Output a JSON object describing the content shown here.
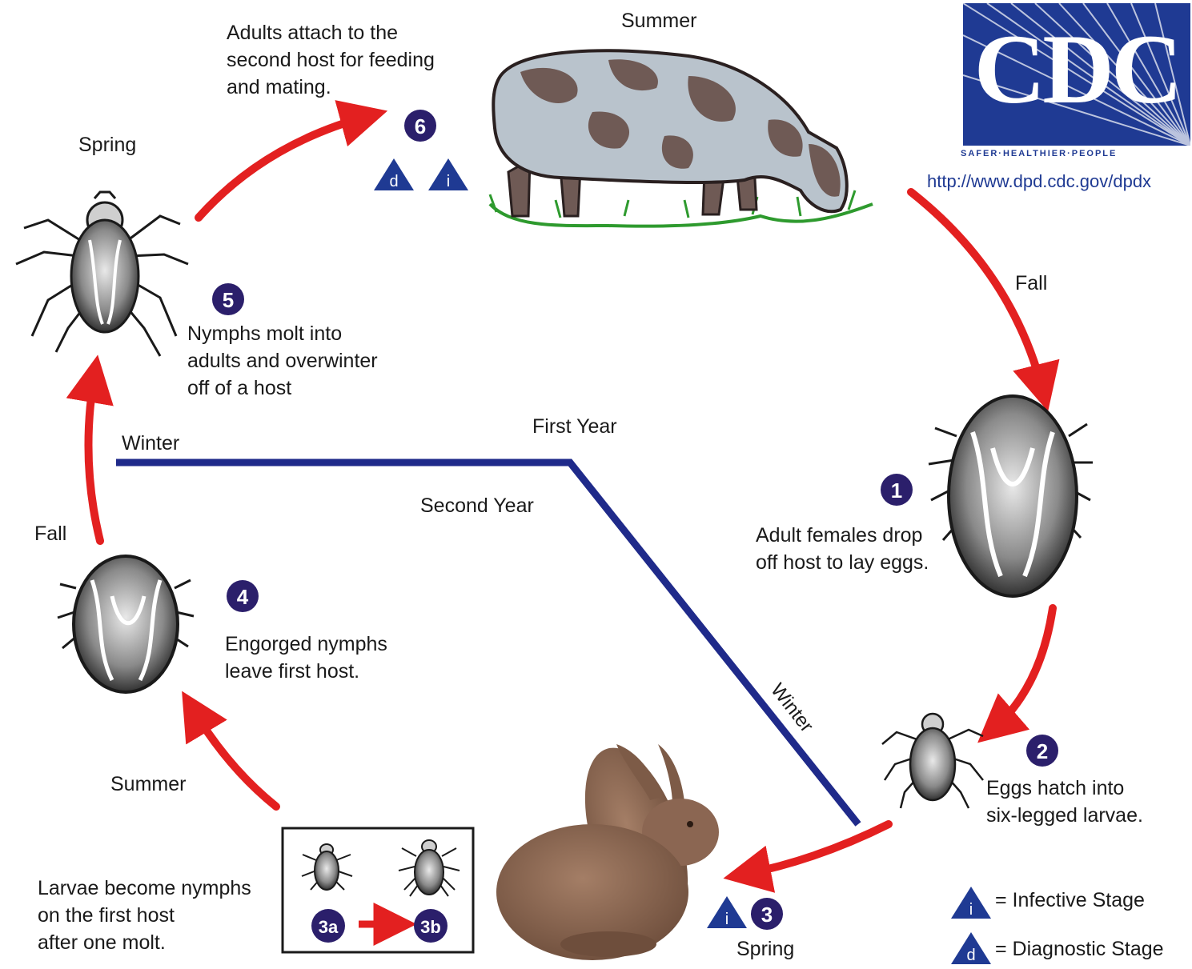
{
  "seasons": {
    "summer_top": "Summer",
    "spring_left": "Spring",
    "fall_right": "Fall",
    "fall_left": "Fall",
    "winter_left": "Winter",
    "winter_diag": "Winter",
    "summer_left": "Summer",
    "spring_bottom": "Spring"
  },
  "years": {
    "first": "First Year",
    "second": "Second Year"
  },
  "stages": [
    {
      "number": "1",
      "text": "Adult females drop\noff host to lay eggs."
    },
    {
      "number": "2",
      "text": "Eggs hatch into\nsix-legged larvae."
    },
    {
      "number": "3",
      "text": ""
    },
    {
      "number": "4",
      "text": "Engorged nymphs\nleave first host."
    },
    {
      "number": "5",
      "text": "Nymphs molt into\nadults and overwinter\noff of a host"
    },
    {
      "number": "6",
      "text": "Adults attach to the\nsecond host for feeding\nand mating."
    }
  ],
  "substages": {
    "a": "3a",
    "b": "3b"
  },
  "larvae_text": "Larvae become nymphs\non the first host\nafter one molt.",
  "legend": {
    "infective_symbol": "i",
    "infective_label": "= Infective Stage",
    "diagnostic_symbol": "d",
    "diagnostic_label": "= Diagnostic Stage"
  },
  "cdc": {
    "logo_text": "CDC",
    "tagline": "SAFER·HEALTHIER·PEOPLE",
    "url": "http://www.dpd.cdc.gov/dpdx"
  },
  "colors": {
    "arrow_red": "#e32020",
    "timeline_blue": "#1f2a8a",
    "badge_navy": "#2b1f6b",
    "triangle_blue": "#1f3a93",
    "cdc_blue": "#1f3a93"
  },
  "icons": [
    "tick-adult-icon",
    "engorged-tick-icon",
    "larva-icon",
    "nymph-icon",
    "cow-icon",
    "rabbit-icon"
  ]
}
